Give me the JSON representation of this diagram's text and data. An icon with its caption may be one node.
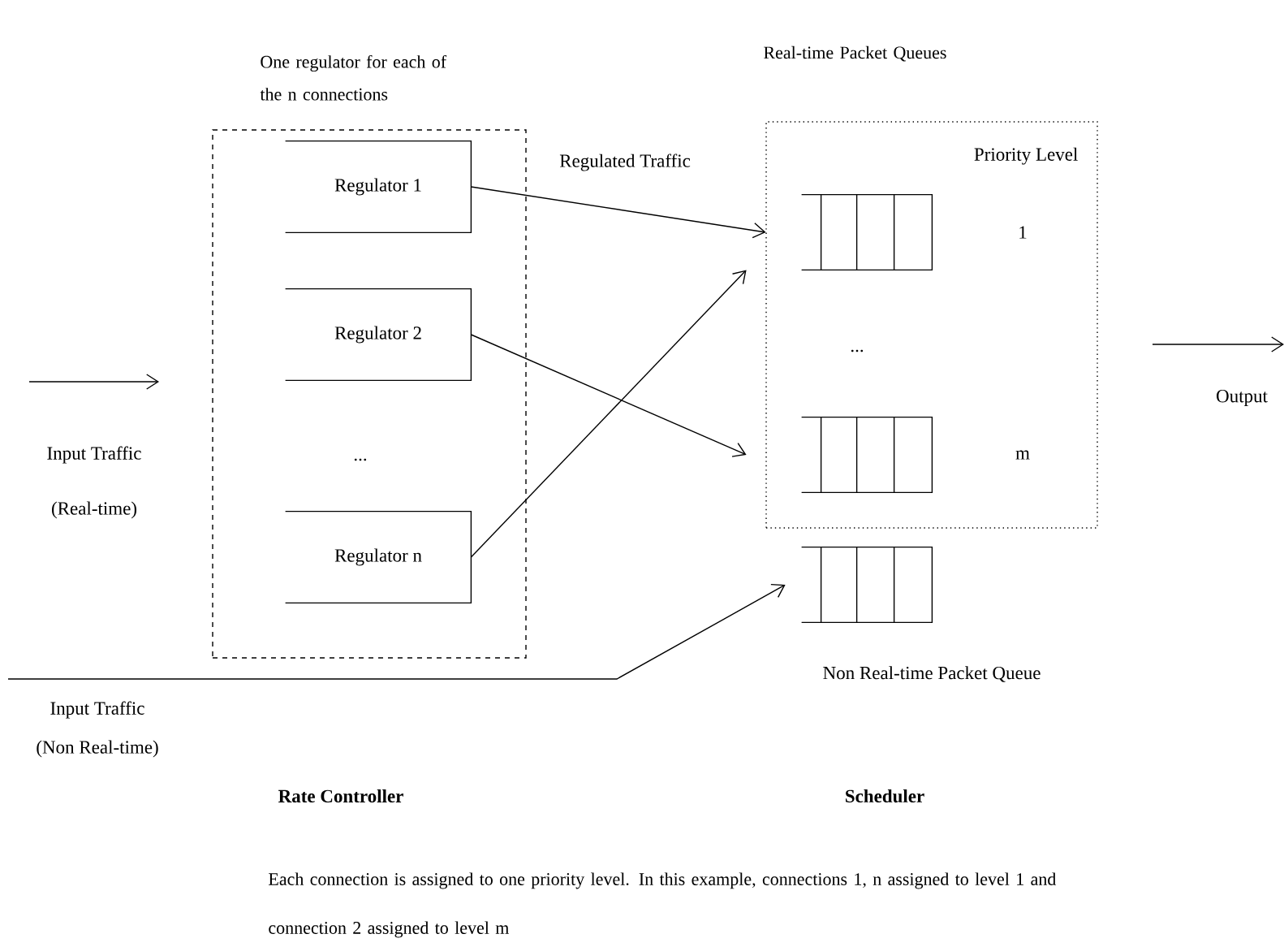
{
  "diagram": {
    "caption": "Each connection is assigned to one priority level. In this example, connections 1, n assigned to level 1 and connection 2 assigned to level m",
    "nodes": [
      {
        "text": [
          "One regulator for each of the n connections"
        ]
      },
      {
        "text": [
          "Regulator 1"
        ],
        "in": 0
      },
      {
        "text": [
          "Regulator 2"
        ],
        "in": 0
      },
      {
        "text": [
          "Regulator n"
        ],
        "in": 0
      },
      {
        "text": [
          "Real-time Packet Queues",
          "Priority Level"
        ]
      },
      {
        "text": [],
        "shape": "box",
        "in": 4
      },
      {
        "text": [],
        "shape": "box",
        "in": 4
      },
      {
        "text": [],
        "shape": "box",
        "beside": [
          "Non Real-time Packet Queue"
        ]
      }
    ],
    "edges": [
      {
        "from": 1,
        "to": 5,
        "arrow": "to",
        "label": "Regulated Traffic"
      },
      {
        "from": 2,
        "to": 6,
        "arrow": "to"
      },
      {
        "from": 3,
        "to": 5,
        "arrow": "to"
      },
      {
        "from": null,
        "to": 7,
        "arrow": "to"
      }
    ],
    "labels": [
      "...",
      "1",
      "...",
      "m",
      "Input Traffic",
      "(Real-time)",
      "Output",
      "Input Traffic",
      "(Non Real-time)",
      "Rate Controller",
      "Scheduler"
    ]
  }
}
